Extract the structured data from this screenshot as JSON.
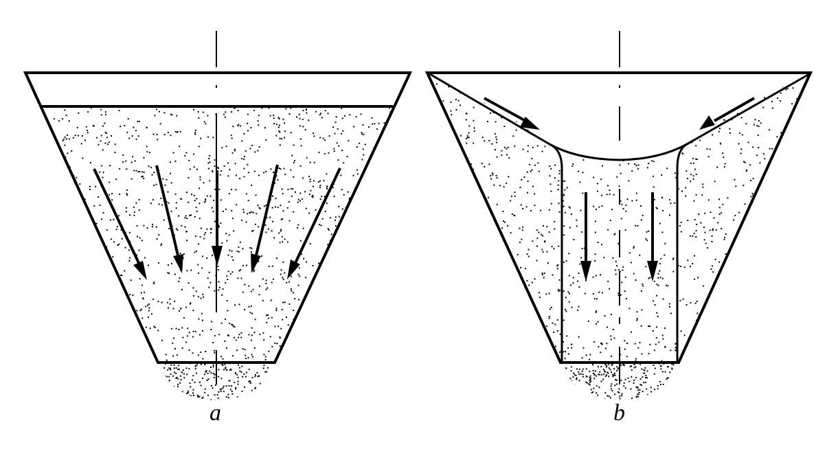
{
  "figure": {
    "panels": [
      {
        "id": "a",
        "label": "a",
        "flow": "mass-flow"
      },
      {
        "id": "b",
        "label": "b",
        "flow": "funnel-flow"
      }
    ],
    "colors": {
      "line": "#000000",
      "background": "#ffffff",
      "granular_fill": "#000000"
    }
  }
}
